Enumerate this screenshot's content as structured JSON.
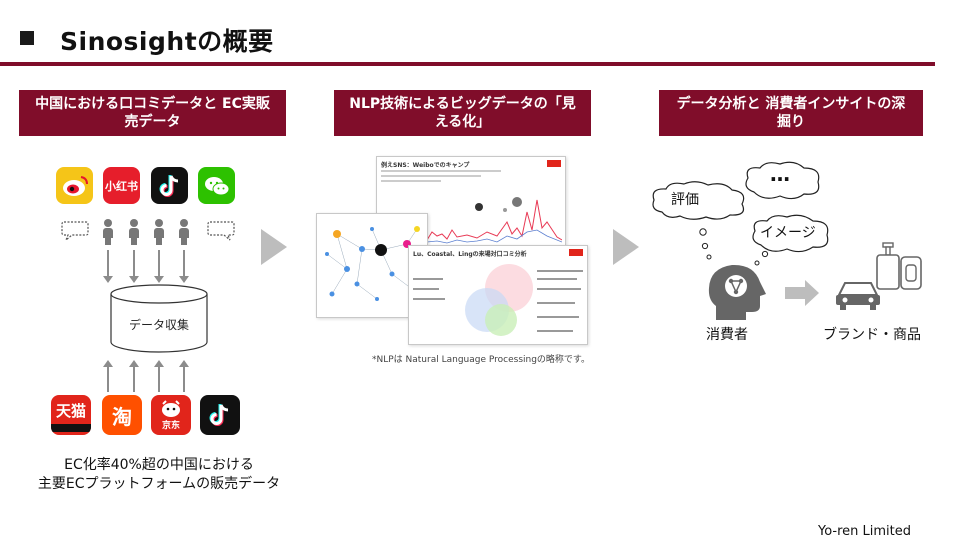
{
  "slide": {
    "title": "Sinosightの概要",
    "company": "Yo-ren Limited"
  },
  "steps": [
    {
      "label": "中国における口コミデータと EC実販売データ"
    },
    {
      "label": "NLP技術によるビッグデータの「見える化」"
    },
    {
      "label": "データ分析と 消費者インサイトの深掘り"
    }
  ],
  "left": {
    "social_apps": [
      {
        "icon": "weibo-icon",
        "color": "#f5c518"
      },
      {
        "icon": "xiaohongshu-icon",
        "label": "小红书",
        "color": "#e61e2b"
      },
      {
        "icon": "douyin-icon",
        "color": "#111111"
      },
      {
        "icon": "wechat-icon",
        "color": "#2dc100"
      }
    ],
    "database_label": "データ収集",
    "ec_apps": [
      {
        "icon": "tmall-icon",
        "label": "天猫",
        "color": "#e1251b"
      },
      {
        "icon": "taobao-icon",
        "label": "淘",
        "color": "#ff5000"
      },
      {
        "icon": "jd-icon",
        "label": "京东",
        "color": "#e1251b"
      },
      {
        "icon": "douyin-icon",
        "color": "#111111"
      }
    ],
    "note_line1": "EC化率40%超の中国における",
    "note_line2": "主要ECプラットフォームの販売データ"
  },
  "middle": {
    "shot_title": "例えSNS：Weiboでのキャンプ",
    "shot2_title": "Lu、Coastal、Lingの来場対口コミ分析",
    "footnote": "*NLPは Natural Language Processingの略称です。"
  },
  "right": {
    "bubble1": "評価",
    "bubble2": "…",
    "bubble3": "イメージ",
    "consumer_label": "消費者",
    "brand_label": "ブランド・商品"
  },
  "colors": {
    "accent": "#800d2a",
    "arrow": "#bdbdbd",
    "icon_gray": "#666666"
  }
}
